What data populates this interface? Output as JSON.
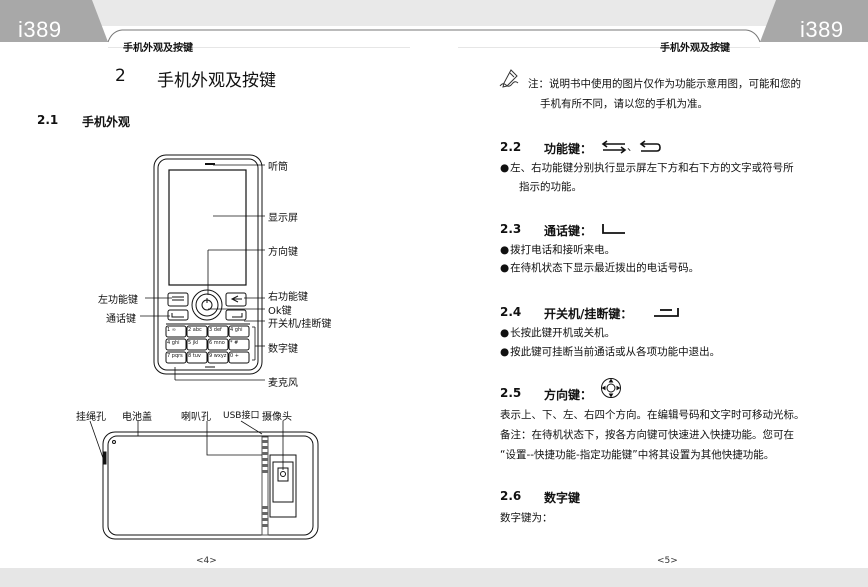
{
  "header": {
    "brand_left": "i389",
    "brand_right": "i389",
    "title_left": "手机外观及按键",
    "title_right": "手机外观及按键"
  },
  "left_page": {
    "chapter_num": "2",
    "chapter_title": "手机外观及按键",
    "section_num": "2.1",
    "section_title": "手机外观",
    "callouts": {
      "earpiece": "听筒",
      "display": "显示屏",
      "nav_key": "方向键",
      "left_soft": "左功能键",
      "right_soft": "右功能键",
      "ok": "Ok键",
      "call": "通话键",
      "power_end": "开关机/挂断键",
      "number_keys": "数字键",
      "mic": "麦克风",
      "strap": "挂绳孔",
      "battery": "电池盖",
      "speaker": "喇叭孔",
      "usb": "USB接口",
      "camera": "摄像头"
    },
    "keypad": [
      [
        "1 ∞",
        "2 abc",
        "3 def",
        "4 ghi"
      ],
      [
        "4 ghi",
        "5 jkl",
        "6 mno",
        "* #"
      ],
      [
        "7 pqrs",
        "8 tuv",
        "9 wxyz",
        "0 +"
      ]
    ],
    "page_number": "<4>"
  },
  "right_page": {
    "note_line1": "注：说明书中使用的图片仅作为功能示意用图，可能和您的",
    "note_line2": "手机有所不同，请以您的手机为准。",
    "s22_num": "2.2",
    "s22_title": "功能键：",
    "s22_sep": "、",
    "s22_body1": "左、右功能键分别执行显示屏左下方和右下方的文字或符号所",
    "s22_body2": "指示的功能。",
    "s23_num": "2.3",
    "s23_title": "通话键：",
    "s23_b1": "拨打电话和接听来电。",
    "s23_b2": "在待机状态下显示最近拨出的电话号码。",
    "s24_num": "2.4",
    "s24_title": "开关机/挂断键：",
    "s24_b1": "长按此键开机或关机。",
    "s24_b2": "按此键可挂断当前通话或从各项功能中退出。",
    "s25_num": "2.5",
    "s25_title": "方向键：",
    "s25_body1": "表示上、下、左、右四个方向。在编辑号码和文字时可移动光标。",
    "s25_body2": "备注：在待机状态下，按各方向键可快速进入快捷功能。您可在",
    "s25_body3": "“设置--快捷功能-指定功能键”中将其设置为其他快捷功能。",
    "s26_num": "2.6",
    "s26_title": "数字键",
    "s26_body": "数字键为：",
    "page_number": "<5>"
  },
  "colors": {
    "header_gray": "#a8a8a8",
    "header_light": "#ececec",
    "text": "#111111"
  }
}
